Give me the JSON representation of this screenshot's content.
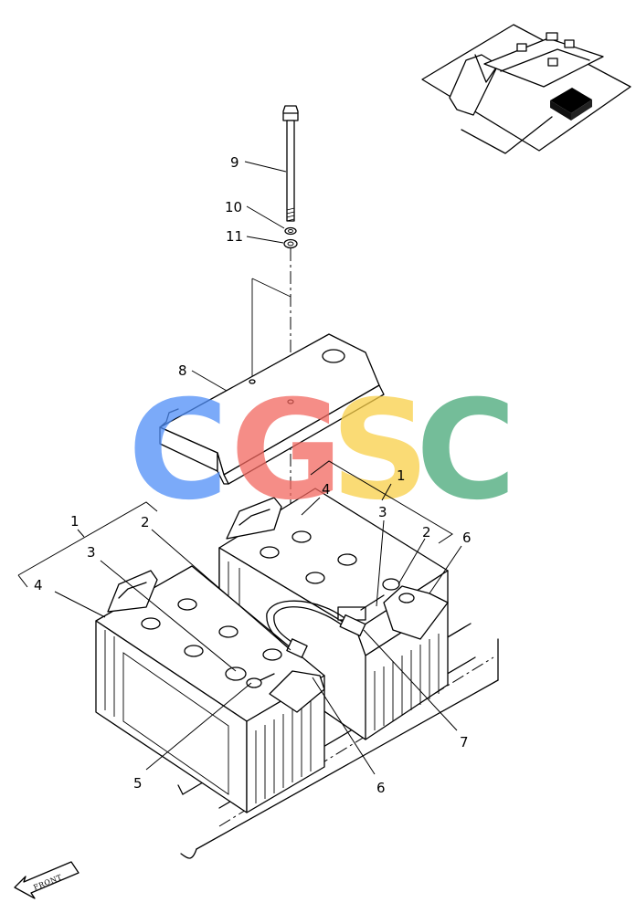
{
  "callouts": [
    "1",
    "2",
    "3",
    "4",
    "5",
    "6",
    "7",
    "8",
    "9",
    "10",
    "11"
  ],
  "front_arrow_label": "FRONT",
  "watermark": {
    "text": "CGSC",
    "colors": [
      "#4f8ef7",
      "#f2675f",
      "#f9cf48",
      "#46a878"
    ]
  },
  "icons": {
    "location_inset": "machine-location-inset-icon",
    "front_arrow": "front-arrow-icon"
  }
}
